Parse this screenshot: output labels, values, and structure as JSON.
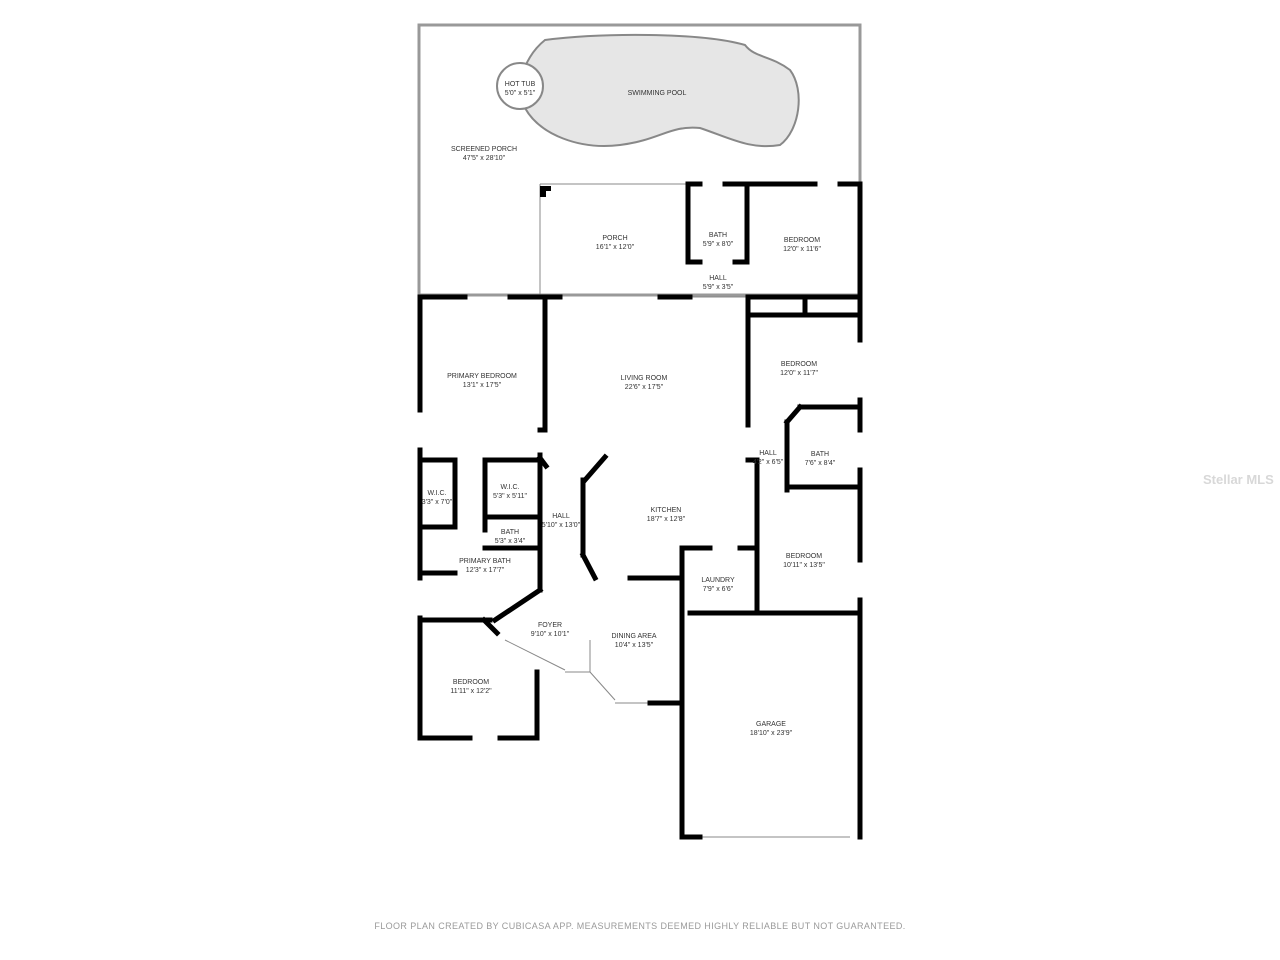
{
  "rooms": [
    {
      "name": "SCREENED PORCH",
      "size": "47'5\" x 28'10\""
    },
    {
      "name": "HOT TUB",
      "size": "5'0\" x 5'1\""
    },
    {
      "name": "SWIMMING POOL",
      "size": ""
    },
    {
      "name": "PORCH",
      "size": "16'1\" x 12'0\""
    },
    {
      "name": "BATH",
      "size": "5'9\" x 8'0\""
    },
    {
      "name": "BEDROOM",
      "size": "12'0\" x 11'6\""
    },
    {
      "name": "HALL",
      "size": "5'9\" x 3'5\""
    },
    {
      "name": "PRIMARY BEDROOM",
      "size": "13'1\" x 17'5\""
    },
    {
      "name": "LIVING ROOM",
      "size": "22'6\" x 17'5\""
    },
    {
      "name": "BEDROOM",
      "size": "12'0\" x 11'7\""
    },
    {
      "name": "HALL",
      "size": "4'2\" x 6'5\""
    },
    {
      "name": "BATH",
      "size": "7'6\" x 8'4\""
    },
    {
      "name": "W.I.C.",
      "size": "3'3\" x 7'0\""
    },
    {
      "name": "W.I.C.",
      "size": "5'3\" x 5'11\""
    },
    {
      "name": "HALL",
      "size": "5'10\" x 13'0\""
    },
    {
      "name": "KITCHEN",
      "size": "18'7\" x 12'8\""
    },
    {
      "name": "BATH",
      "size": "5'3\" x 3'4\""
    },
    {
      "name": "PRIMARY BATH",
      "size": "12'3\" x 17'7\""
    },
    {
      "name": "LAUNDRY",
      "size": "7'9\" x 6'6\""
    },
    {
      "name": "BEDROOM",
      "size": "10'11\" x 13'5\""
    },
    {
      "name": "FOYER",
      "size": "9'10\" x 10'1\""
    },
    {
      "name": "DINING AREA",
      "size": "10'4\" x 13'5\""
    },
    {
      "name": "BEDROOM",
      "size": "11'11\" x 12'2\""
    },
    {
      "name": "GARAGE",
      "size": "18'10\" x 23'9\""
    }
  ],
  "footer": "FLOOR PLAN CREATED BY CUBICASA APP. MEASUREMENTS DEEMED HIGHLY RELIABLE BUT NOT GUARANTEED.",
  "watermark": "Stellar MLS",
  "colors": {
    "wall": "#000000",
    "pool": "#e6e6e6",
    "footer": "#9a9a9a"
  }
}
